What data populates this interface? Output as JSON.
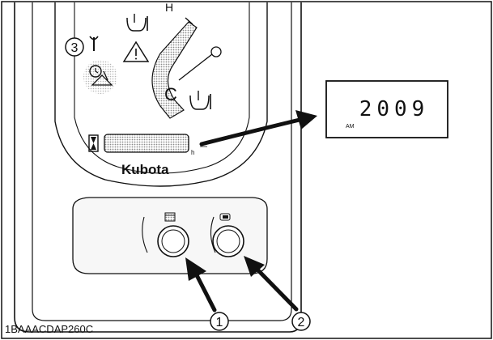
{
  "figure_code": "1BAAACDAP260C",
  "brand_logo": "Kubota",
  "callouts": {
    "one": "1",
    "two": "2",
    "three": "3"
  },
  "gauge": {
    "low_label": "C",
    "high_label": "H"
  },
  "hour_meter": {
    "unit": "h",
    "display_value": "2009",
    "display_suffix": "AM"
  },
  "icons": {
    "engine_oil_upper": "oil-level-icon",
    "engine_oil_lower": "coolant-temperature-icon",
    "warning": "warning-triangle-icon",
    "wrench": "wrench-icon",
    "service": "service-indicator-icon",
    "hourglass": "hourglass-icon",
    "switch_1": "display-mode-icon",
    "switch_2": "light-toggle-icon"
  },
  "colors": {
    "ink": "#111111",
    "panel_fill": "#ffffff",
    "recess_fill": "#f7f7f7",
    "dot_shade": "#bdbdbd"
  }
}
